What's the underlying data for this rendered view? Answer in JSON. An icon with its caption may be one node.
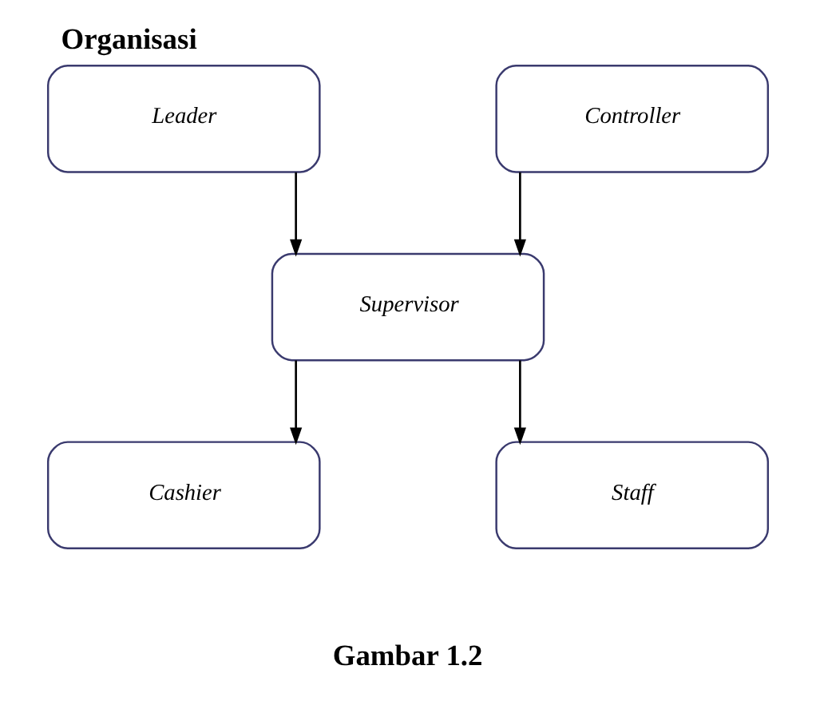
{
  "diagram": {
    "title": "Organisasi",
    "caption": "Gambar 1.2",
    "nodes": [
      {
        "text": [
          "Leader"
        ]
      },
      {
        "text": [
          "Controller"
        ]
      },
      {
        "text": [
          "Supervisor"
        ]
      },
      {
        "text": [
          "Cashier"
        ]
      },
      {
        "text": [
          "Staff"
        ]
      }
    ],
    "edges": [
      {
        "from": 0,
        "to": 2,
        "arrow": "to"
      },
      {
        "from": 1,
        "to": 2,
        "arrow": "to"
      },
      {
        "from": 2,
        "to": 3,
        "arrow": "to"
      },
      {
        "from": 2,
        "to": 4,
        "arrow": "to"
      }
    ]
  }
}
